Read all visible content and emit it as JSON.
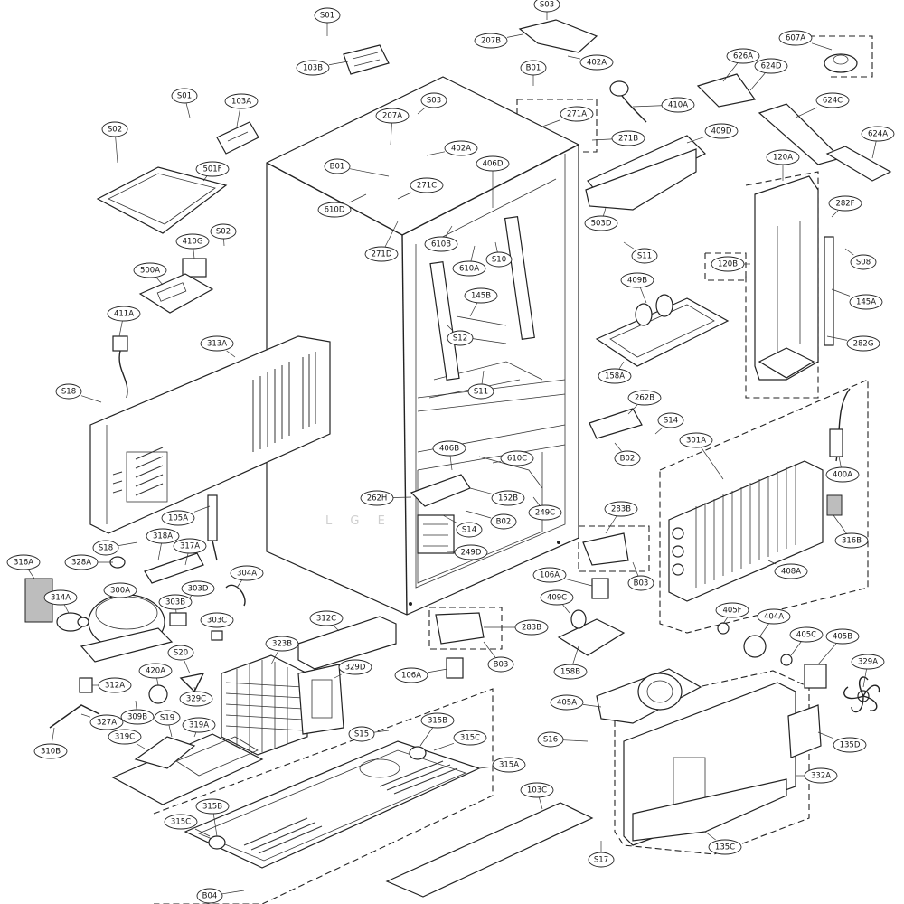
{
  "diagram": {
    "callouts": [
      {
        "id": "c-s01a",
        "label": "S01"
      },
      {
        "id": "c-103b",
        "label": "103B"
      },
      {
        "id": "c-s03a",
        "label": "S03"
      },
      {
        "id": "c-207b",
        "label": "207B"
      },
      {
        "id": "c-402a-top",
        "label": "402A"
      },
      {
        "id": "c-b01a",
        "label": "B01"
      },
      {
        "id": "c-607a",
        "label": "607A"
      },
      {
        "id": "c-626a",
        "label": "626A"
      },
      {
        "id": "c-624d",
        "label": "624D"
      },
      {
        "id": "c-s01b",
        "label": "S01"
      },
      {
        "id": "c-103a",
        "label": "103A"
      },
      {
        "id": "c-s03b",
        "label": "S03"
      },
      {
        "id": "c-271a",
        "label": "271A"
      },
      {
        "id": "c-410a",
        "label": "410A"
      },
      {
        "id": "c-624c",
        "label": "624C"
      },
      {
        "id": "c-s02a",
        "label": "S02"
      },
      {
        "id": "c-207a",
        "label": "207A"
      },
      {
        "id": "c-402a",
        "label": "402A"
      },
      {
        "id": "c-271b",
        "label": "271B"
      },
      {
        "id": "c-409d",
        "label": "409D"
      },
      {
        "id": "c-624a",
        "label": "624A"
      },
      {
        "id": "c-501f",
        "label": "501F"
      },
      {
        "id": "c-b01b",
        "label": "B01"
      },
      {
        "id": "c-406d",
        "label": "406D"
      },
      {
        "id": "c-120a",
        "label": "120A"
      },
      {
        "id": "c-271c",
        "label": "271C"
      },
      {
        "id": "c-610d",
        "label": "610D"
      },
      {
        "id": "c-503d",
        "label": "503D"
      },
      {
        "id": "c-282f",
        "label": "282F"
      },
      {
        "id": "c-s02b",
        "label": "S02"
      },
      {
        "id": "c-410g",
        "label": "410G"
      },
      {
        "id": "c-610b",
        "label": "610B"
      },
      {
        "id": "c-271d",
        "label": "271D"
      },
      {
        "id": "c-s11a",
        "label": "S11"
      },
      {
        "id": "c-610a",
        "label": "610A"
      },
      {
        "id": "c-s10",
        "label": "S10"
      },
      {
        "id": "c-120b",
        "label": "120B"
      },
      {
        "id": "c-s08",
        "label": "S08"
      },
      {
        "id": "c-500a",
        "label": "500A"
      },
      {
        "id": "c-409b",
        "label": "409B"
      },
      {
        "id": "c-145b",
        "label": "145B"
      },
      {
        "id": "c-145a",
        "label": "145A"
      },
      {
        "id": "c-411a",
        "label": "411A"
      },
      {
        "id": "c-s12",
        "label": "S12"
      },
      {
        "id": "c-313a",
        "label": "313A"
      },
      {
        "id": "c-282g",
        "label": "282G"
      },
      {
        "id": "c-158a",
        "label": "158A"
      },
      {
        "id": "c-s18a",
        "label": "S18"
      },
      {
        "id": "c-s11b",
        "label": "S11"
      },
      {
        "id": "c-262b",
        "label": "262B"
      },
      {
        "id": "c-s14a",
        "label": "S14"
      },
      {
        "id": "c-301a",
        "label": "301A"
      },
      {
        "id": "c-406b",
        "label": "406B"
      },
      {
        "id": "c-b02a",
        "label": "B02"
      },
      {
        "id": "c-610c",
        "label": "610C"
      },
      {
        "id": "c-400a",
        "label": "400A"
      },
      {
        "id": "c-262h",
        "label": "262H"
      },
      {
        "id": "c-152b",
        "label": "152B"
      },
      {
        "id": "c-249c",
        "label": "249C"
      },
      {
        "id": "c-105a",
        "label": "105A"
      },
      {
        "id": "c-s14b",
        "label": "S14"
      },
      {
        "id": "c-b02b",
        "label": "B02"
      },
      {
        "id": "c-283b-r",
        "label": "283B"
      },
      {
        "id": "c-316b",
        "label": "316B"
      },
      {
        "id": "c-318a",
        "label": "318A"
      },
      {
        "id": "c-s18b",
        "label": "S18"
      },
      {
        "id": "c-317a",
        "label": "317A"
      },
      {
        "id": "c-249d",
        "label": "249D"
      },
      {
        "id": "c-316a",
        "label": "316A"
      },
      {
        "id": "c-328a",
        "label": "328A"
      },
      {
        "id": "c-304a",
        "label": "304A"
      },
      {
        "id": "c-b03a",
        "label": "B03"
      },
      {
        "id": "c-408a",
        "label": "408A"
      },
      {
        "id": "c-106a-r",
        "label": "106A"
      },
      {
        "id": "c-300a",
        "label": "300A"
      },
      {
        "id": "c-303d",
        "label": "303D"
      },
      {
        "id": "c-314a",
        "label": "314A"
      },
      {
        "id": "c-303b",
        "label": "303B"
      },
      {
        "id": "c-409c",
        "label": "409C"
      },
      {
        "id": "c-405f",
        "label": "405F"
      },
      {
        "id": "c-404a",
        "label": "404A"
      },
      {
        "id": "c-303c",
        "label": "303C"
      },
      {
        "id": "c-312c",
        "label": "312C"
      },
      {
        "id": "c-283b",
        "label": "283B"
      },
      {
        "id": "c-405c",
        "label": "405C"
      },
      {
        "id": "c-405b",
        "label": "405B"
      },
      {
        "id": "c-323b",
        "label": "323B"
      },
      {
        "id": "c-s20",
        "label": "S20"
      },
      {
        "id": "c-b03b",
        "label": "B03"
      },
      {
        "id": "c-158b",
        "label": "158B"
      },
      {
        "id": "c-329d",
        "label": "329D"
      },
      {
        "id": "c-420a",
        "label": "420A"
      },
      {
        "id": "c-106a",
        "label": "106A"
      },
      {
        "id": "c-329a",
        "label": "329A"
      },
      {
        "id": "c-312a",
        "label": "312A"
      },
      {
        "id": "c-329c",
        "label": "329C"
      },
      {
        "id": "c-405a",
        "label": "405A"
      },
      {
        "id": "c-327a",
        "label": "327A"
      },
      {
        "id": "c-309b",
        "label": "309B"
      },
      {
        "id": "c-s19",
        "label": "S19"
      },
      {
        "id": "c-315b-top",
        "label": "315B"
      },
      {
        "id": "c-319a",
        "label": "319A"
      },
      {
        "id": "c-s15",
        "label": "S15"
      },
      {
        "id": "c-319c",
        "label": "319C"
      },
      {
        "id": "c-315c-top",
        "label": "315C"
      },
      {
        "id": "c-135d",
        "label": "135D"
      },
      {
        "id": "c-310b",
        "label": "310B"
      },
      {
        "id": "c-s16",
        "label": "S16"
      },
      {
        "id": "c-315a",
        "label": "315A"
      },
      {
        "id": "c-332a",
        "label": "332A"
      },
      {
        "id": "c-103c",
        "label": "103C"
      },
      {
        "id": "c-315b",
        "label": "315B"
      },
      {
        "id": "c-315c",
        "label": "315C"
      },
      {
        "id": "c-135c",
        "label": "135C"
      },
      {
        "id": "c-s17",
        "label": "S17"
      },
      {
        "id": "c-b04",
        "label": "B04"
      }
    ],
    "watermark": "L G E"
  }
}
